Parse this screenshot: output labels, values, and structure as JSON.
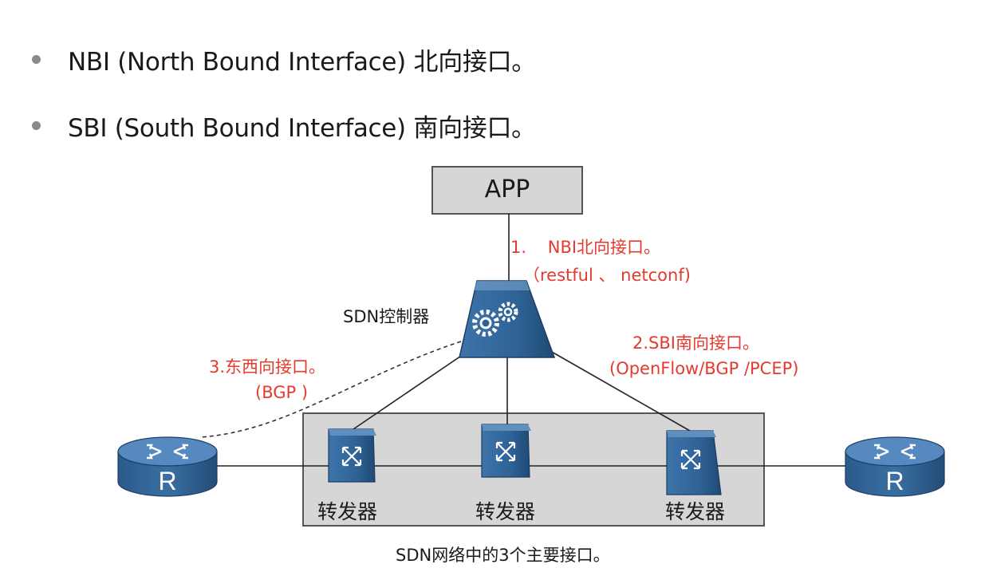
{
  "bullets": [
    {
      "text": "NBI (North Bound Interface) 北向接口。"
    },
    {
      "text": "SBI (South Bound Interface) 南向接口。"
    }
  ],
  "diagram": {
    "app_label": "APP",
    "controller_label": "SDN控制器",
    "nbi": {
      "title": "1.    NBI北向接口。",
      "protocols": "（restful 、 netconf)"
    },
    "sbi": {
      "title": "2.SBI南向接口。",
      "protocols": "(OpenFlow/BGP /PCEP)"
    },
    "east_west": {
      "title": "3.东西向接口。",
      "protocols": "(BGP )"
    },
    "forwarders": [
      {
        "label": "转发器"
      },
      {
        "label": "转发器"
      },
      {
        "label": "转发器"
      }
    ],
    "router_letter": "R",
    "caption": "SDN网络中的3个主要接口。",
    "colors": {
      "device_blue": "#2f6396",
      "box_gray": "#d6d6d6",
      "annotation_red": "#e53a2e"
    }
  }
}
